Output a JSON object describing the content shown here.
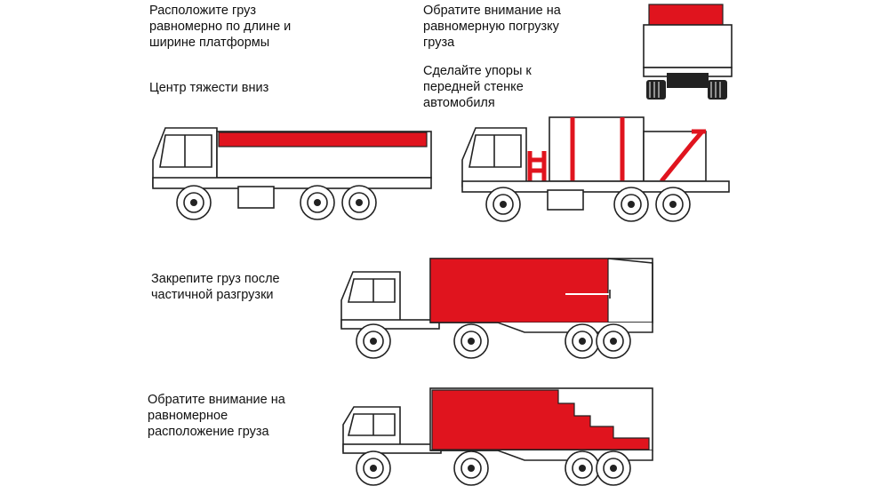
{
  "captions": {
    "load_evenly": [
      "Расположите груз",
      "равномерно по длине и",
      "ширине платформы"
    ],
    "center_of_gravity": [
      "Центр тяжести вниз"
    ],
    "even_loading": [
      "Обратите внимание на",
      "равномерную погрузку",
      "груза"
    ],
    "stops": [
      "Сделайте упоры  к",
      "передней стенке",
      "автомобиля"
    ],
    "secure_after_unload": [
      "Закрепите груз после",
      "частичной разгрузки"
    ],
    "even_distribution": [
      "Обратите внимание на",
      "равномерное",
      "расположение груза"
    ]
  },
  "colors": {
    "cargo": "#e0141e",
    "outline": "#222222",
    "background": "#ffffff"
  }
}
